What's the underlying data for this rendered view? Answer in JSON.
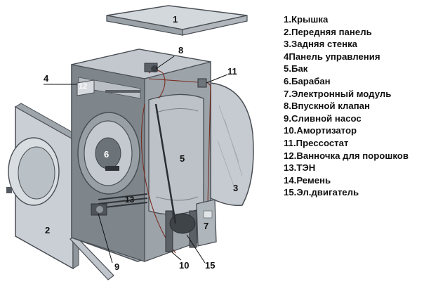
{
  "legend": [
    "1.Крышка",
    "2.Передняя панель",
    "3.Задняя стенка",
    "4Панель управления",
    "5.Бак",
    "6.Барабан",
    "7.Электронный модуль",
    "8.Впускной клапан",
    "9.Сливной насос",
    "10.Амортизатор",
    "11.Прессостат",
    "12.Ванночка для порошков",
    "13.ТЭН",
    "14.Ремень",
    "15.Эл.двигатель"
  ],
  "callouts": {
    "c1": "1",
    "c2": "2",
    "c3": "3",
    "c4": "4",
    "c5": "5",
    "c6": "6",
    "c7": "7",
    "c8": "8",
    "c9": "9",
    "c10": "10",
    "c11": "11",
    "c12": "12",
    "c13": "13",
    "c15": "15"
  },
  "colors": {
    "panel_fill": "#c9cfd4",
    "panel_stroke": "#4a4f55",
    "body_dark": "#6b7278",
    "drum_fill": "#b7bec5",
    "drum_label_fill": "#555b61",
    "text": "#111111"
  }
}
